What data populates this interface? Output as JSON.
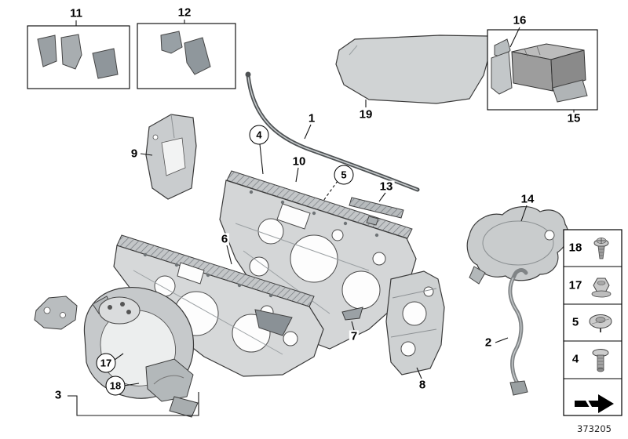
{
  "labels": {
    "p1": "1",
    "p2": "2",
    "p3": "3",
    "p4": "4",
    "p5": "5",
    "p6": "6",
    "p7": "7",
    "p8": "8",
    "p9": "9",
    "p10": "10",
    "p11": "11",
    "p12": "12",
    "p13": "13",
    "p14": "14",
    "p15": "15",
    "p16": "16",
    "p17": "17",
    "p18": "18",
    "p19": "19"
  },
  "fastener_table": {
    "rows": [
      {
        "label": "18",
        "icon": "expansion-clip-icon"
      },
      {
        "label": "17",
        "icon": "plastic-nut-icon"
      },
      {
        "label": "5",
        "icon": "push-fastener-icon"
      },
      {
        "label": "4",
        "icon": "blind-rivet-icon"
      }
    ],
    "footer_icon": "continuation-arrow-icon"
  },
  "footer": {
    "diagram_number": "373205"
  },
  "colors": {
    "line": "#1a1a1a",
    "panel_fill": "#d4d6d7",
    "hatch": "#70757a"
  }
}
